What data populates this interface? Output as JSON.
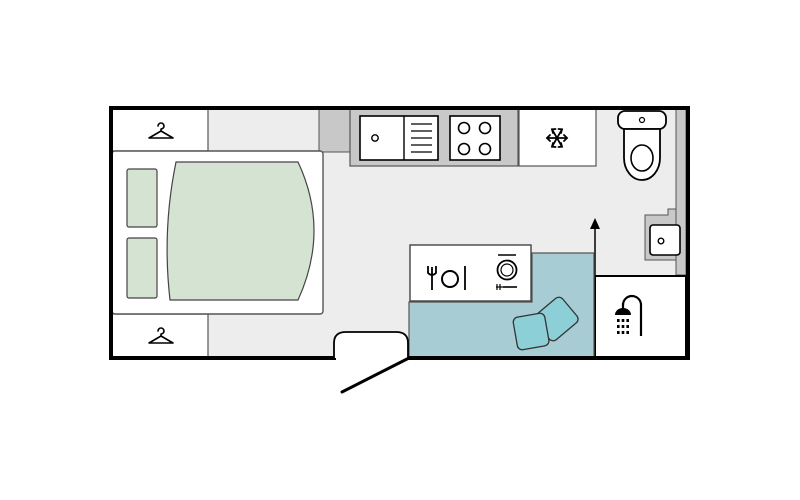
{
  "diagram": {
    "type": "caravan-floor-plan",
    "zones": [
      {
        "id": "bedroom",
        "features": [
          "double-bed",
          "pillows",
          "two-wardrobes"
        ]
      },
      {
        "id": "kitchen",
        "features": [
          "sink-with-drainer",
          "four-ring-hob",
          "fridge"
        ]
      },
      {
        "id": "washroom",
        "features": [
          "toilet",
          "wash-basin",
          "shower"
        ]
      },
      {
        "id": "dinette",
        "features": [
          "dining-table",
          "bench-seat",
          "cushions"
        ]
      },
      {
        "id": "entrance",
        "features": [
          "entry-door"
        ]
      }
    ],
    "icons": {
      "wardrobe": "hanger-icon",
      "fridge": "snowflake-icon",
      "table": "cutlery-icon",
      "place-setting": "plate-icon",
      "shower": "shower-icon",
      "walkway": "arrow-up-icon"
    },
    "colors": {
      "wall": "#000000",
      "floor": "#ededed",
      "bed_sheet": "#d5e3d2",
      "pillow": "#d5e3d2",
      "bench": "#a7ccd3",
      "cushion": "#8dcfd6",
      "counter": "#c8c8c8",
      "white": "#ffffff"
    }
  }
}
